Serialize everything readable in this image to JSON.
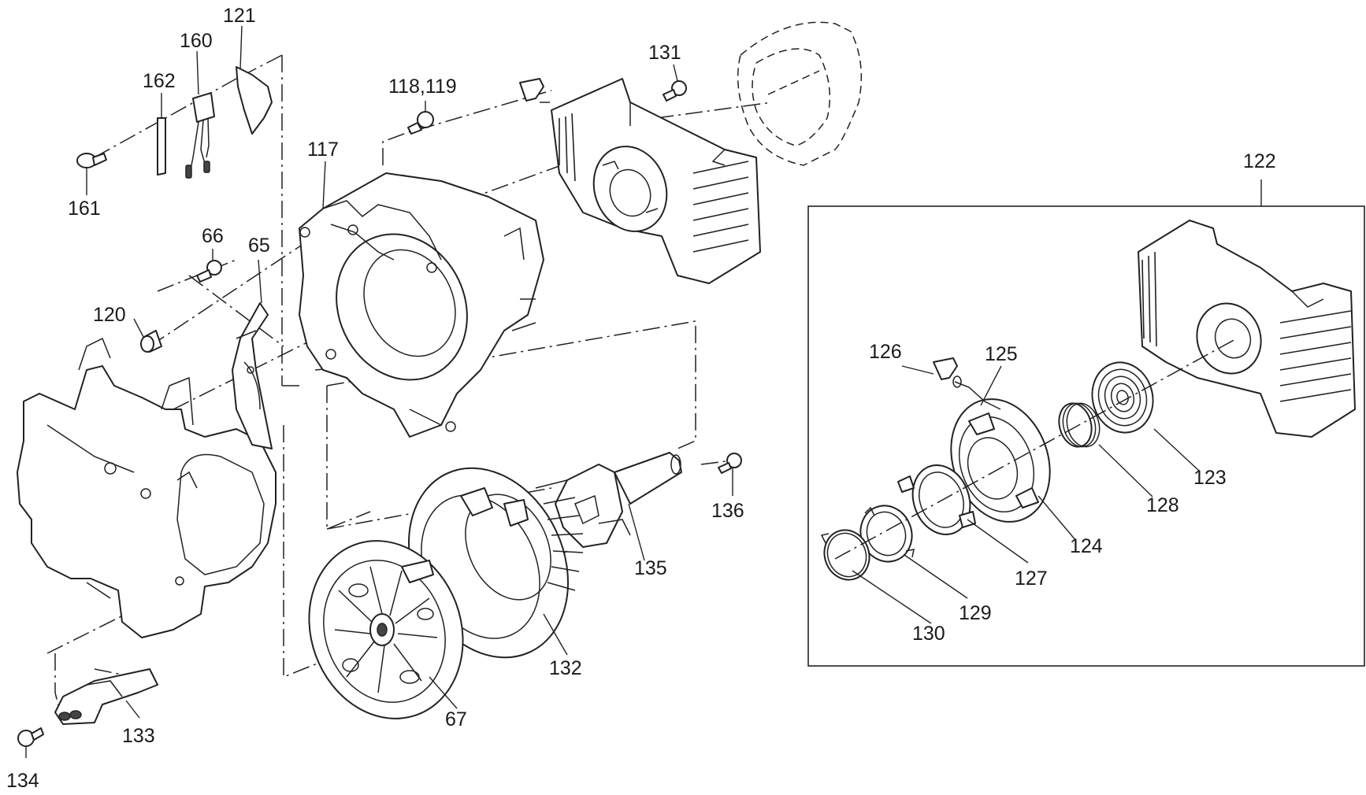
{
  "labels": {
    "l121": "121",
    "l160": "160",
    "l162": "162",
    "l161": "161",
    "l118_119": "118,119",
    "l131": "131",
    "l117": "117",
    "l66": "66",
    "l65": "65",
    "l120": "120",
    "l122": "122",
    "l126": "126",
    "l125": "125",
    "l123": "123",
    "l128": "128",
    "l124": "124",
    "l127": "127",
    "l129": "129",
    "l130": "130",
    "l136": "136",
    "l135": "135",
    "l132": "132",
    "l67": "67",
    "l133": "133",
    "l134": "134"
  }
}
